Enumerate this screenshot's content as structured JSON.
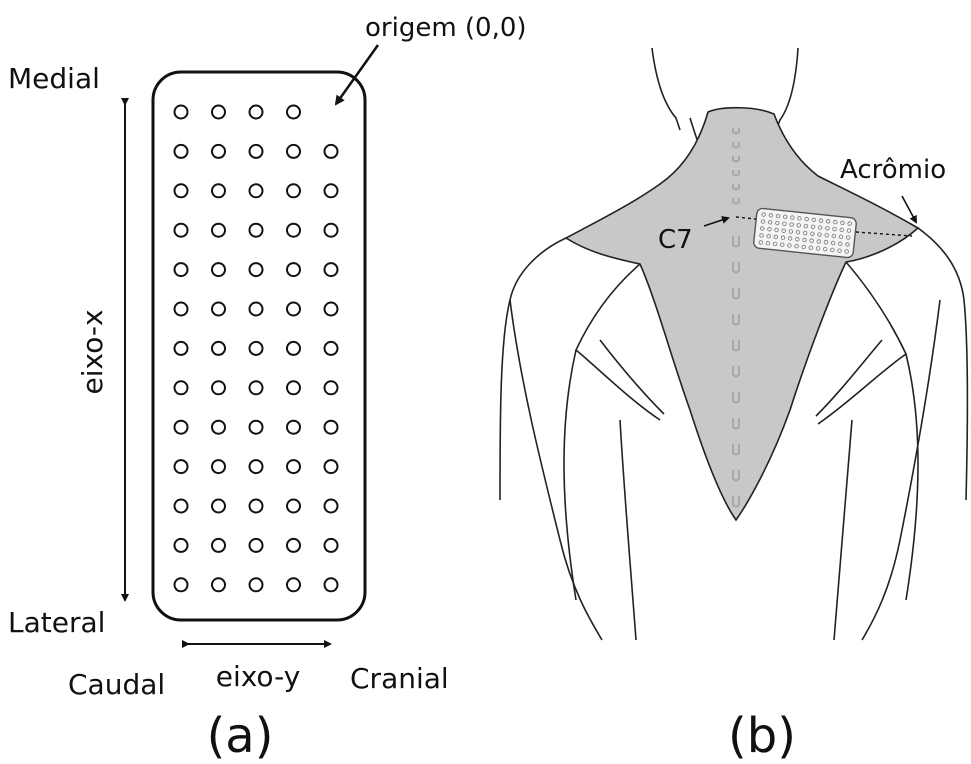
{
  "panel_a": {
    "caption": "(a)",
    "origin_label": "origem (0,0)",
    "medial_label": "Medial",
    "lateral_label": "Lateral",
    "x_axis_label": "eixo-x",
    "y_axis_label": "eixo-y",
    "caudal_label": "Caudal",
    "cranial_label": "Cranial",
    "electrode_grid": {
      "rows": 13,
      "cols": 5,
      "missing_corner": "top-right"
    }
  },
  "panel_b": {
    "caption": "(b)",
    "c7_label": "C7",
    "acromion_label": "Acrômio"
  },
  "colors": {
    "ink": "#111111",
    "muscle_fill": "#c8c8c8",
    "spine": "#a8a8a8",
    "patch": "#f4f4f4"
  }
}
